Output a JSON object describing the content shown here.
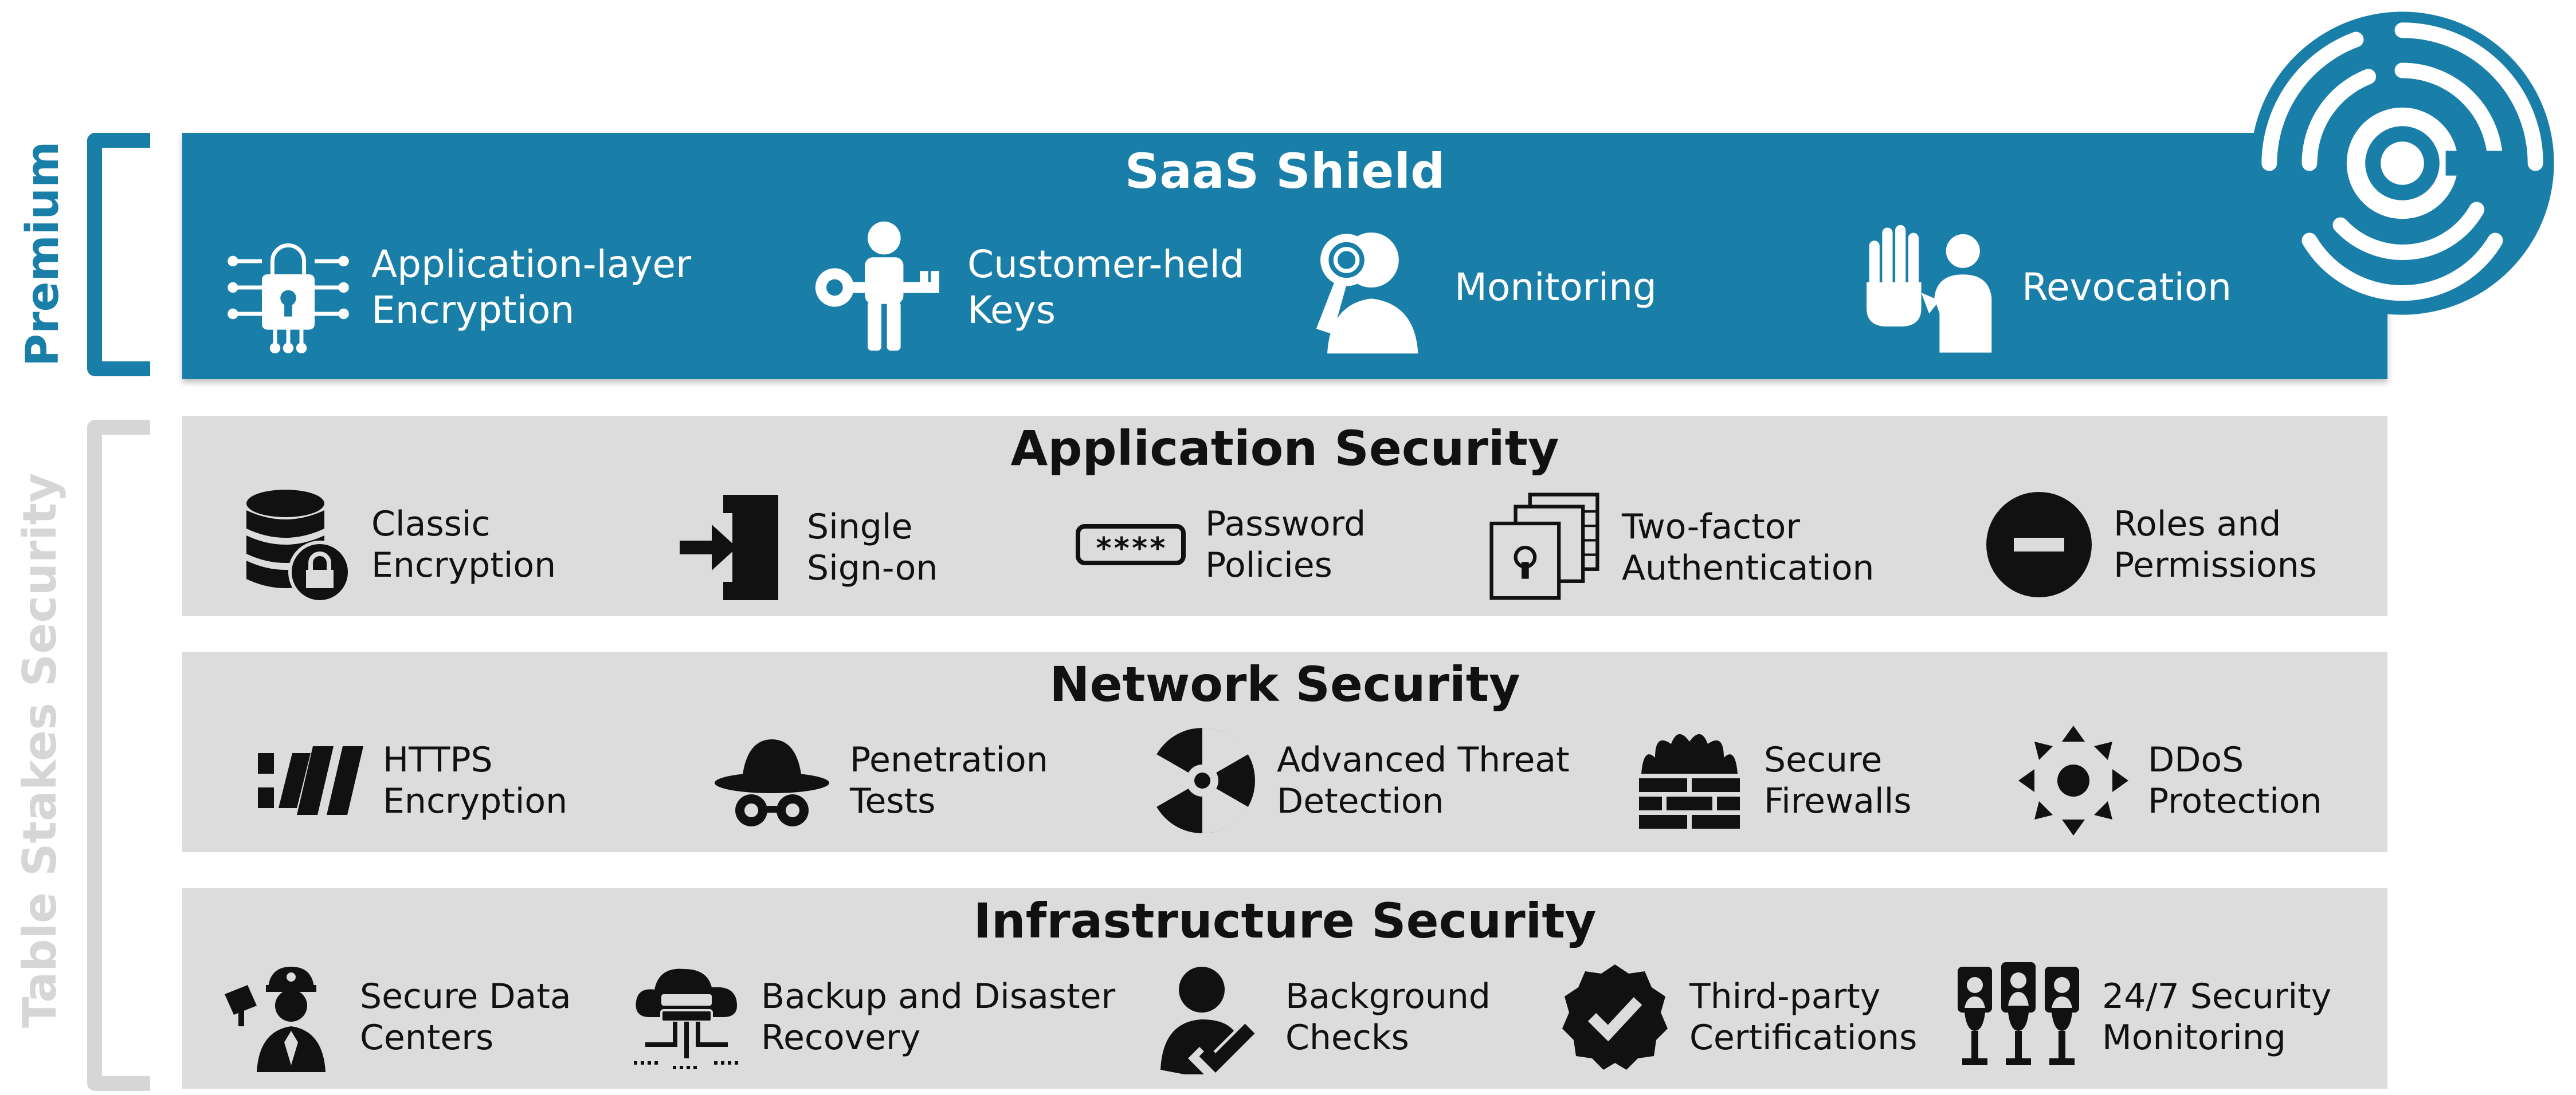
{
  "side_labels": {
    "premium": "Premium",
    "table_stakes": "Table Stakes Security"
  },
  "colors": {
    "accent": "#1a7fa8",
    "panel_gray": "#dcdcdc",
    "bracket_gray": "#d6d6d6",
    "icon_dark": "#111111"
  },
  "premium": {
    "title": "SaaS Shield",
    "items": [
      {
        "label": "Application-layer\nEncryption",
        "icon": "circuit-lock-icon"
      },
      {
        "label": "Customer-held\nKeys",
        "icon": "person-key-icon"
      },
      {
        "label": "Monitoring",
        "icon": "person-magnifier-icon"
      },
      {
        "label": "Revocation",
        "icon": "stop-hand-person-icon"
      }
    ]
  },
  "application": {
    "title": "Application Security",
    "items": [
      {
        "label": "Classic\nEncryption",
        "icon": "database-lock-icon"
      },
      {
        "label": "Single\nSign-on",
        "icon": "sign-in-door-icon"
      },
      {
        "label": "Password\nPolicies",
        "icon": "password-field-icon"
      },
      {
        "label": "Two-factor\nAuthentication",
        "icon": "layered-lock-icon"
      },
      {
        "label": "Roles and\nPermissions",
        "icon": "no-entry-icon"
      }
    ]
  },
  "network": {
    "title": "Network Security",
    "items": [
      {
        "label": "HTTPS\nEncryption",
        "icon": "slashes-icon"
      },
      {
        "label": "Penetration\nTests",
        "icon": "spy-hat-icon"
      },
      {
        "label": "Advanced Threat\nDetection",
        "icon": "radar-icon"
      },
      {
        "label": "Secure\nFirewalls",
        "icon": "firewall-icon"
      },
      {
        "label": "DDoS\nProtection",
        "icon": "burst-icon"
      }
    ]
  },
  "infrastructure": {
    "title": "Infrastructure Security",
    "items": [
      {
        "label": "Secure Data\nCenters",
        "icon": "security-guard-camera-icon"
      },
      {
        "label": "Backup and Disaster\nRecovery",
        "icon": "cloud-server-icon"
      },
      {
        "label": "Background\nChecks",
        "icon": "person-check-icon"
      },
      {
        "label": "Third-party\nCertifications",
        "icon": "badge-check-icon"
      },
      {
        "label": "24/7 Security\nMonitoring",
        "icon": "monitoring-people-icon"
      }
    ]
  }
}
